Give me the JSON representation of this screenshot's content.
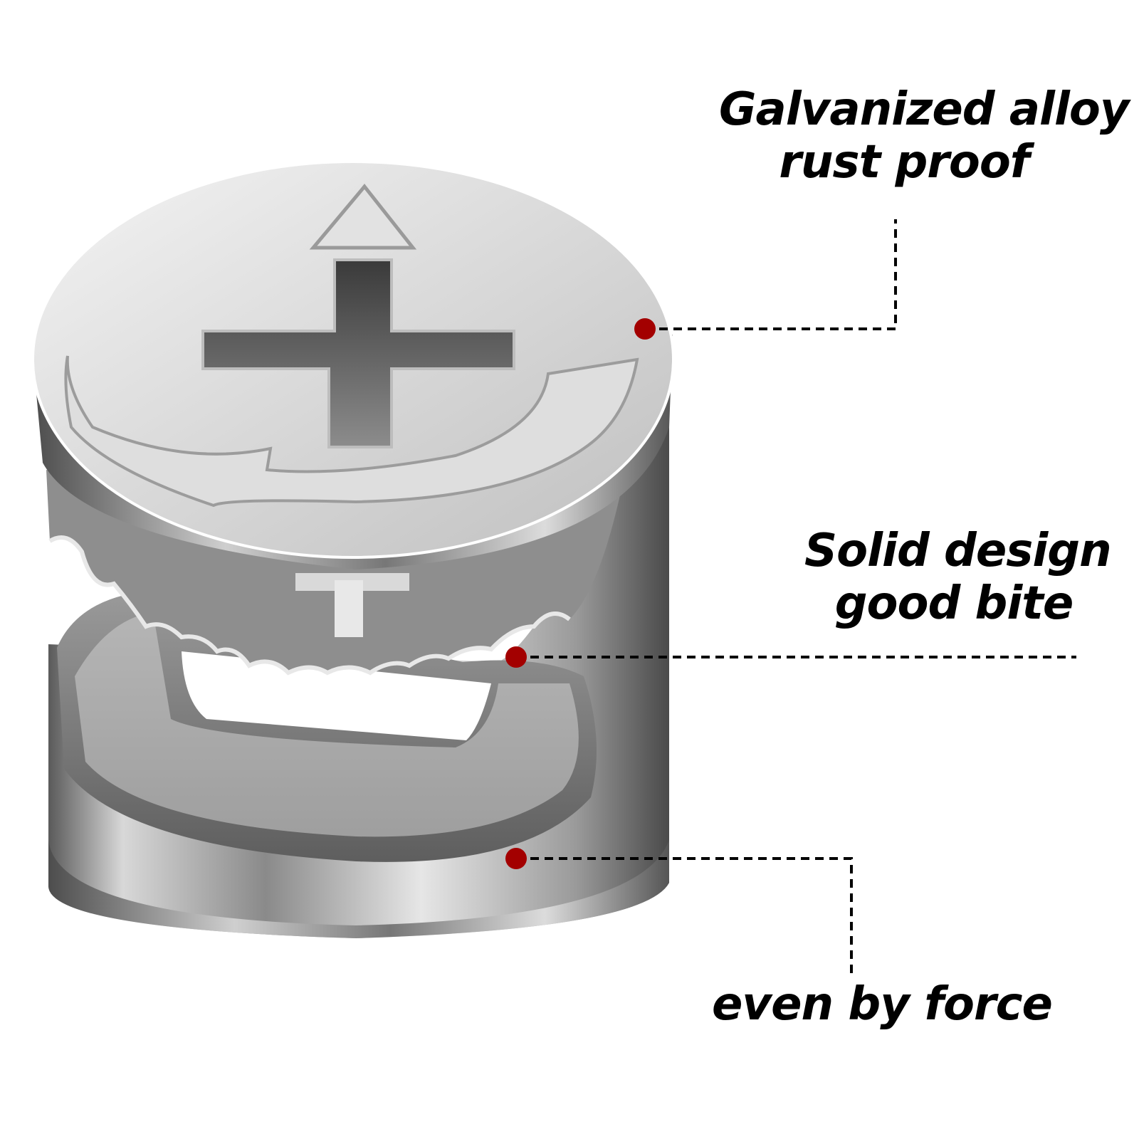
{
  "callouts": [
    {
      "lines": [
        "Galvanized alloy",
        "rust proof"
      ]
    },
    {
      "lines": [
        "Solid design",
        "good bite"
      ]
    },
    {
      "lines": [
        "even by force"
      ]
    }
  ],
  "colors": {
    "marker": "#a30000",
    "leader": "#000000",
    "metal_light": "#eeeeee",
    "metal_mid": "#a8a8a8",
    "metal_dark": "#3c3c3c"
  },
  "product": "cam-lock-fitting"
}
